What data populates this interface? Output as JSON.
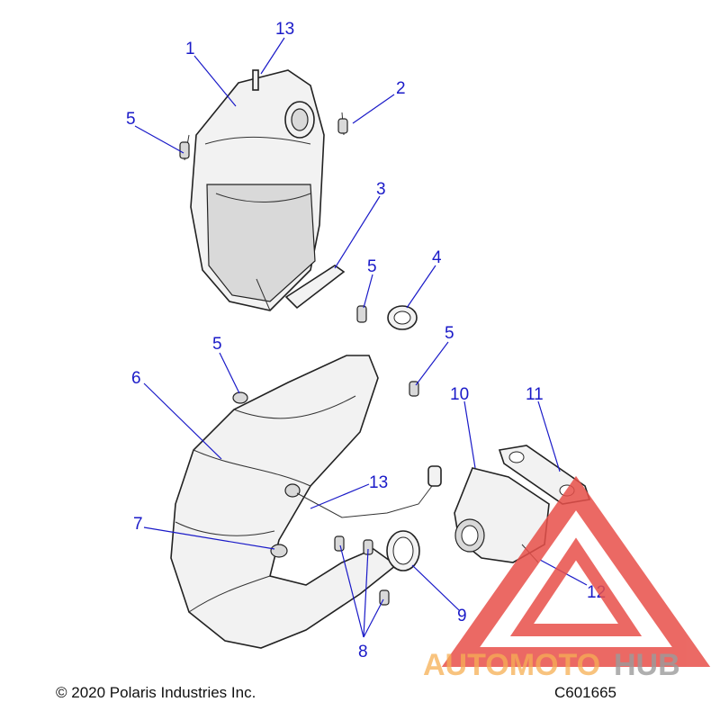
{
  "diagram": {
    "callouts": {
      "c1": "1",
      "c2": "2",
      "c3": "3",
      "c4": "4",
      "c5a": "5",
      "c5b": "5",
      "c5c": "5",
      "c5d": "5",
      "c6": "6",
      "c7": "7",
      "c8": "8",
      "c9": "9",
      "c10": "10",
      "c11": "11",
      "c12": "12",
      "c13a": "13",
      "c13b": "13"
    },
    "callout_color": "#1a1ac8"
  },
  "footer": {
    "copyright": "© 2020 Polaris Industries Inc.",
    "figure_code": "C601665"
  },
  "watermark": {
    "brand": "AUTOMOTOHUB",
    "colors": {
      "triangle": "#e8504a",
      "auto_moto": "#f4a236",
      "hub": "#8a8a8a"
    }
  }
}
